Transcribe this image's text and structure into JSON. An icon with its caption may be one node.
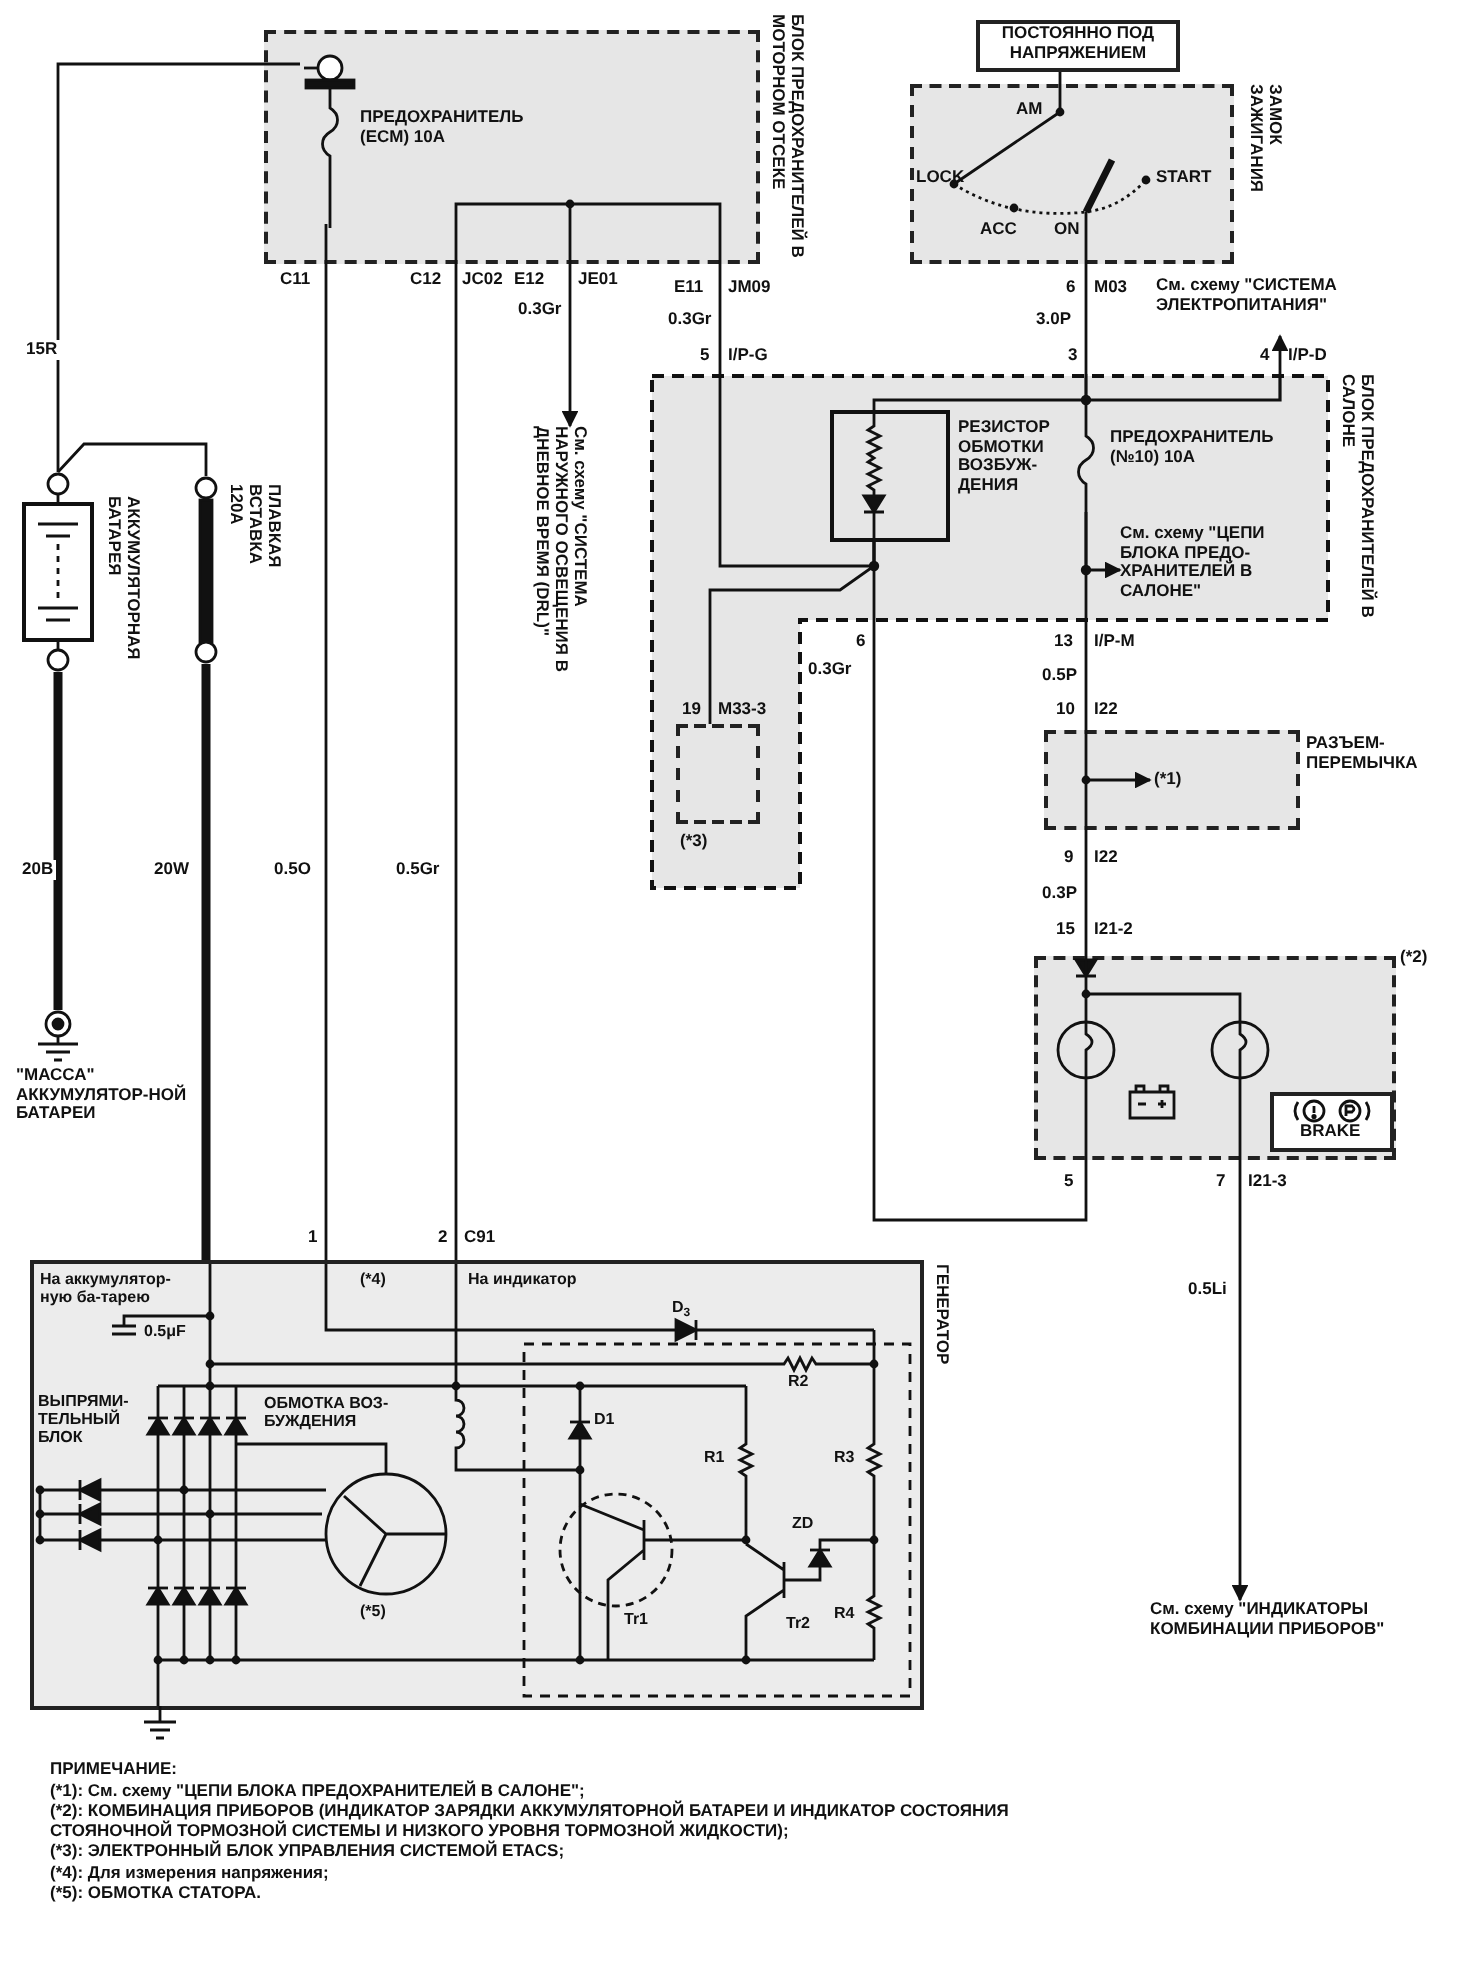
{
  "diagram": {
    "nodes": [
      {
        "text": [
          "БЛОК ПРЕДОХРАНИТЕЛЕЙ В МОТОРНОМ ОТСЕКЕ"
        ]
      },
      {
        "text": [
          "ПРЕДОХРАНИТЕЛЬ (ECM) 10A"
        ],
        "in": 0
      },
      {
        "text": [
          "ПОСТОЯННО ПОД НАПРЯЖЕНИЕМ"
        ]
      },
      {
        "text": [
          "ЗАМОК ЗАЖИГАНИЯ"
        ]
      },
      {
        "text": [
          "БЛОК ПРЕДОХРАНИТЕЛЕЙ В САЛОНЕ"
        ]
      },
      {
        "text": [
          "РЕЗИСТОР ОБМОТКИ ВОЗБУЖ-ДЕНИЯ"
        ],
        "in": 4
      },
      {
        "text": [
          "ПРЕДОХРАНИТЕЛЬ (№10) 10A"
        ],
        "in": 4
      },
      {
        "text": [
          "(*3)"
        ],
        "in": 4
      },
      {
        "text": [
          "РАЗЪЕМ-ПЕРЕМЫЧКА"
        ]
      },
      {
        "text": [
          "(*2)"
        ]
      },
      {
        "text": [
          "ГЕНЕРАТОР"
        ]
      },
      {
        "text": [
          "АККУМУЛЯТОРНАЯ БАТАРЕЯ"
        ]
      },
      {
        "text": [
          "ПЛАВКАЯ ВСТАВКА 120A"
        ]
      },
      {
        "text": [
          "\"МАССА\" АККУМУЛЯТОР-НОЙ БАТАРЕИ"
        ]
      },
      {
        "text": [
          "См. схему \"СИСТЕМА НАРУЖНОГО ОСВЕЩЕНИЯ В ДНЕВНОЕ ВРЕМЯ (DRL)\""
        ]
      },
      {
        "text": [
          "См. схему \"СИСТЕМА ЭЛЕКТРОПИТАНИЯ\""
        ]
      },
      {
        "text": [
          "См. схему \"ЦЕПИ БЛОКА ПРЕДО-ХРАНИТЕЛЕЙ В САЛОНЕ\""
        ],
        "in": 4
      },
      {
        "text": [
          "(*1)"
        ],
        "in": 8
      },
      {
        "text": [
          "См. схему \"ИНДИКАТОРЫ КОМБИНАЦИИ ПРИБОРОВ\""
        ]
      }
    ],
    "edges": [
      {
        "from": 11,
        "to": 1,
        "arrow": "none",
        "label": "15R"
      },
      {
        "from": 11,
        "to": 12,
        "arrow": "none"
      },
      {
        "from": 11,
        "to": 13,
        "arrow": "none",
        "label": "20B",
        "style": "thick"
      },
      {
        "from": 12,
        "to": 10,
        "arrow": "none",
        "label": "20W",
        "style": "thick"
      },
      {
        "from": 1,
        "to": 10,
        "arrow": "none",
        "label": "0.5O"
      },
      {
        "from": 0,
        "to": 10,
        "arrow": "none",
        "label": "0.5Gr"
      },
      {
        "from": 0,
        "to": 14,
        "arrow": "to",
        "label": "0.3Gr"
      },
      {
        "from": 0,
        "to": 5,
        "arrow": "none",
        "label": "0.3Gr"
      },
      {
        "from": 2,
        "to": 3,
        "arrow": "none"
      },
      {
        "from": 3,
        "to": 4,
        "arrow": "none",
        "label": "3.0P"
      },
      {
        "from": 4,
        "to": 15,
        "arrow": "to"
      },
      {
        "from": 5,
        "to": 6,
        "arrow": "none"
      },
      {
        "from": 6,
        "to": 16,
        "arrow": "to"
      },
      {
        "from": 5,
        "to": 7,
        "arrow": "none"
      },
      {
        "from": 5,
        "to": 9,
        "arrow": "none",
        "label": "0.3Gr"
      },
      {
        "from": 6,
        "to": 8,
        "arrow": "none",
        "label": "0.5P"
      },
      {
        "from": null,
        "to": 17,
        "arrow": "to"
      },
      {
        "from": 8,
        "to": 9,
        "arrow": "none",
        "label": "0.3P"
      },
      {
        "from": 9,
        "to": 18,
        "arrow": "to",
        "label": "0.5Li"
      }
    ],
    "labels": [
      "C11",
      "C12",
      "JC02",
      "E12",
      "JE01",
      "E11",
      "JM09",
      "5",
      "I/P-G",
      "6",
      "M03",
      "3",
      "4",
      "I/P-D",
      "AM",
      "LOCK",
      "ACC",
      "ON",
      "START",
      "19",
      "M33-3",
      "6",
      "13",
      "I/P-M",
      "10",
      "I22",
      "9",
      "I22",
      "15",
      "I21-2",
      "BRAKE",
      "5",
      "7",
      "I21-3",
      "1",
      "2",
      "C91",
      "(*4)",
      "На аккумулятор-ную ба-тарею",
      "0.5μF",
      "На индикатор",
      "ВЫПРЯМИ-ТЕЛЬНЫЙ БЛОК",
      "ОБМОТКА ВОЗ-БУЖДЕНИЯ",
      "(*5)",
      "D$_{3}$",
      "R2",
      "D1",
      "R1",
      "R3",
      "ZD",
      "Tr1",
      "Tr2",
      "R4",
      "ПРИМЕЧАНИЕ:",
      "(*1): См. схему \"ЦЕПИ БЛОКА ПРЕДОХРАНИТЕЛЕЙ В САЛОНЕ\";",
      "(*2): КОМБИНАЦИЯ ПРИБОРОВ (ИНДИКАТОР ЗАРЯДКИ АККУМУЛЯТОРНОЙ БАТАРЕИ И ИНДИКАТОР СОСТОЯНИЯ СТОЯНОЧНОЙ ТОРМОЗНОЙ СИСТЕМЫ И НИЗКОГО УРОВНЯ ТОРМОЗНОЙ ЖИДКОСТИ);",
      "(*3): ЭЛЕКТРОННЫЙ БЛОК УПРАВЛЕНИЯ СИСТЕМОЙ ETACS;",
      "(*4): Для измерения напряжения;",
      "(*5): ОБМОТКА СТАТОРА."
    ]
  }
}
